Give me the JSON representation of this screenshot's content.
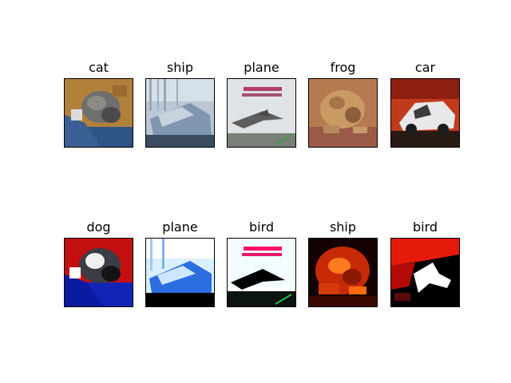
{
  "grid": {
    "row1": [
      {
        "label": "cat"
      },
      {
        "label": "ship"
      },
      {
        "label": "plane"
      },
      {
        "label": "frog"
      },
      {
        "label": "car"
      }
    ],
    "row2": [
      {
        "label": "dog"
      },
      {
        "label": "plane"
      },
      {
        "label": "bird"
      },
      {
        "label": "ship"
      },
      {
        "label": "bird"
      }
    ]
  }
}
